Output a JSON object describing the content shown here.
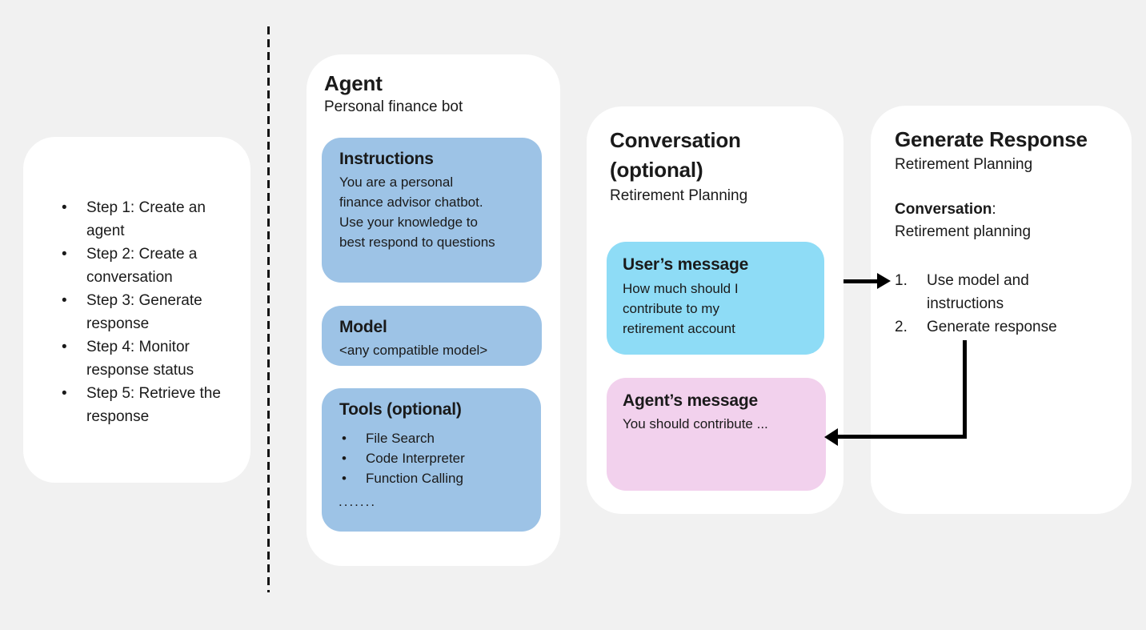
{
  "colors": {
    "background": "#F1F1F1",
    "panel": "#FFFFFF",
    "blue_box": "#9DC3E6",
    "cyan_box": "#8EDCF6",
    "pink_box": "#F2D1ED",
    "text": "#1A1A1A",
    "arrow": "#000000"
  },
  "bullet_glyph": "•",
  "steps_panel": {
    "items": [
      "Step 1: Create an agent",
      "Step 2: Create a conversation",
      "Step 3: Generate response",
      "Step 4: Monitor response status",
      "Step 5: Retrieve the response"
    ]
  },
  "agent_panel": {
    "title": "Agent",
    "subtitle": "Personal finance bot",
    "instructions": {
      "title": "Instructions",
      "body": "You are a personal finance advisor chatbot. Use your knowledge to best respond to questions"
    },
    "model": {
      "title": "Model",
      "body": "<any compatible model>"
    },
    "tools": {
      "title": "Tools (optional)",
      "items": [
        "File Search",
        "Code Interpreter",
        "Function Calling"
      ],
      "ellipsis": "......."
    }
  },
  "conversation_panel": {
    "title": "Conversation (optional)",
    "subtitle": "Retirement Planning",
    "user_message": {
      "title": "User’s message",
      "body": "How much should I contribute to my retirement account"
    },
    "agent_message": {
      "title": "Agent’s message",
      "body": "You should contribute ..."
    }
  },
  "generate_panel": {
    "title": "Generate Response",
    "subtitle": "Retirement Planning",
    "conversation_label": "Conversation",
    "conversation_colon": ":",
    "conversation_value": "Retirement planning",
    "step_numbers": [
      "1.",
      "2."
    ],
    "steps": [
      "Use model and instructions",
      "Generate response"
    ]
  }
}
